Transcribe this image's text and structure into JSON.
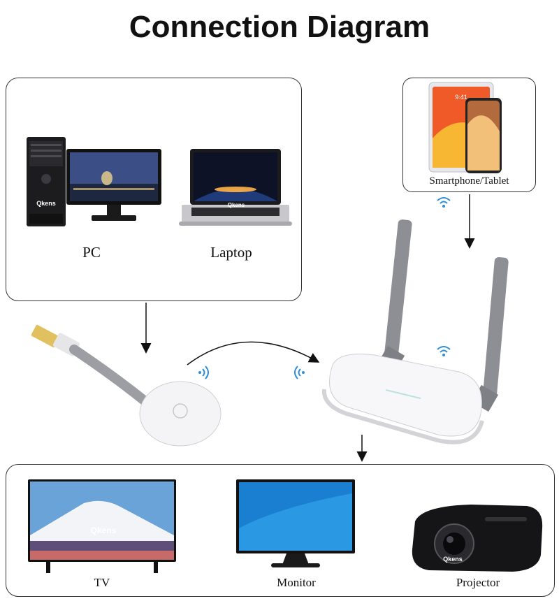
{
  "title": "Connection Diagram",
  "sources": {
    "pc_label": "PC",
    "laptop_label": "Laptop",
    "brand_text": "Qkens"
  },
  "mobile": {
    "label": "Smartphone/Tablet",
    "time": "9:41"
  },
  "displays": {
    "tv_label": "TV",
    "monitor_label": "Monitor",
    "projector_label": "Projector",
    "brand_text": "Qkens"
  }
}
